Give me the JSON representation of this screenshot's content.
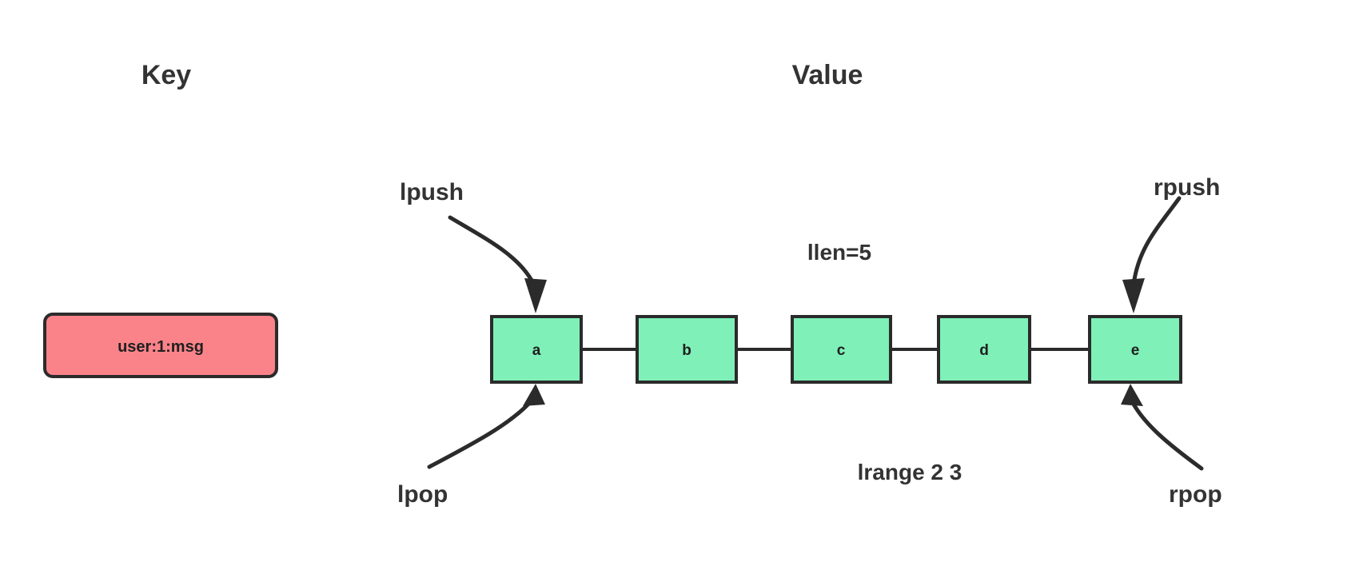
{
  "diagram": {
    "title_key": "Key",
    "title_value": "Value",
    "key_entry": {
      "label": "user:1:msg",
      "fill": "#FA8389",
      "stroke": "#2b2b2b"
    },
    "list": {
      "fill": "#7FF0B8",
      "stroke": "#2b2b2b",
      "nodes": [
        {
          "label": "a"
        },
        {
          "label": "b"
        },
        {
          "label": "c"
        },
        {
          "label": "d"
        },
        {
          "label": "e"
        }
      ]
    },
    "annotations": {
      "llen": "llen=5",
      "lrange": "lrange 2 3"
    },
    "operations": {
      "lpush": "lpush",
      "rpush": "rpush",
      "lpop": "lpop",
      "rpop": "rpop"
    },
    "colors": {
      "background": "#ffffff",
      "ink": "#2b2b2b",
      "text": "#333333",
      "key_fill": "#FA8389",
      "node_fill": "#7FF0B8"
    }
  }
}
